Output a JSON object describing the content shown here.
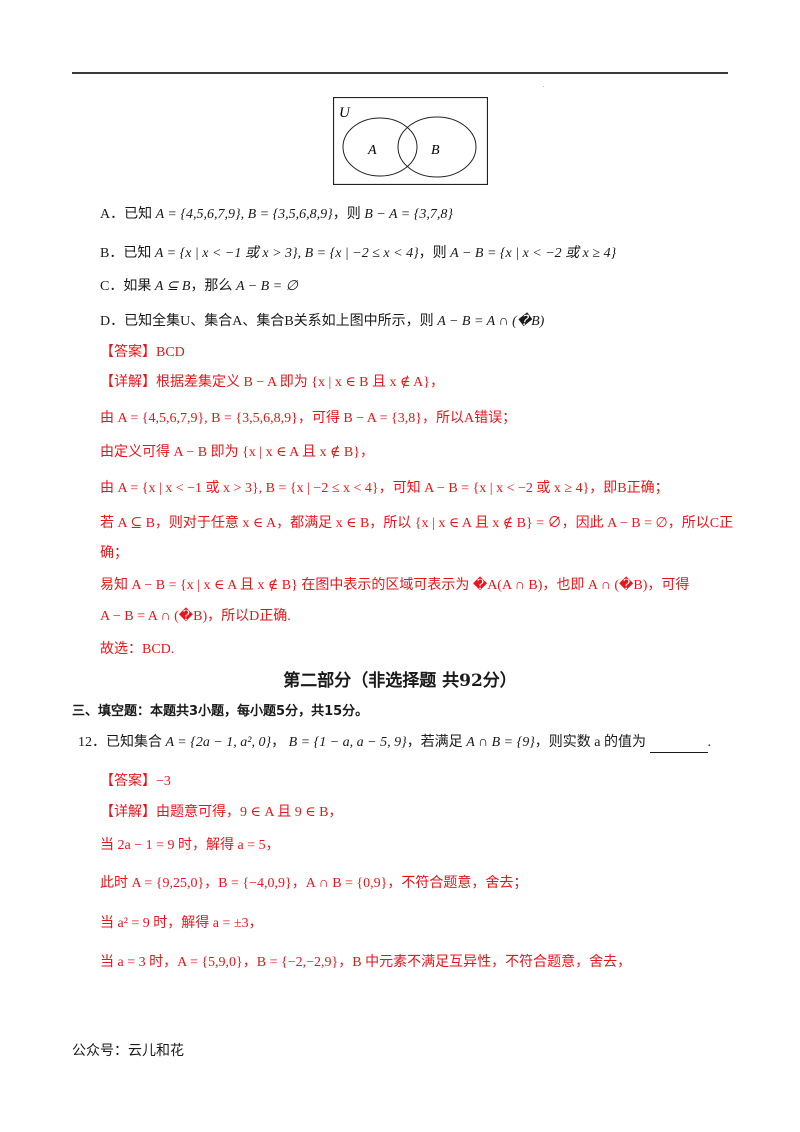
{
  "venn": {
    "universe_label": "U",
    "set_a_label": "A",
    "set_b_label": "B"
  },
  "options": [
    {
      "key": "A．",
      "text_prefix": "已知",
      "math": "A = {4,5,6,7,9}, B = {3,5,6,8,9}",
      "text_mid": "，则",
      "math2": "B − A = {3,7,8}"
    },
    {
      "key": "B．",
      "text_prefix": "已知",
      "math": "A = {x | x < −1 或 x > 3}, B = {x | −2 ≤ x < 4}",
      "text_mid": "，则",
      "math2": "A − B = {x | x < −2 或 x ≥ 4}"
    },
    {
      "key": "C．",
      "text_prefix": "如果",
      "math": "A ⊆ B",
      "text_mid": "，那么",
      "math2": "A − B = ∅"
    },
    {
      "key": "D．",
      "text_prefix": "已知全集U、集合A、集合B关系如上图中所示，则",
      "math": "A − B = A ∩ (�B)",
      "text_mid": "",
      "math2": ""
    }
  ],
  "answer1": {
    "label": "【答案】",
    "value": "BCD"
  },
  "explain1": {
    "label": "【详解】",
    "lines": [
      "根据差集定义 B − A 即为 {x | x ∈ B 且 x ∉ A}，",
      "由 A = {4,5,6,7,9}, B = {3,5,6,8,9}，可得 B − A = {3,8}，所以A错误；",
      "由定义可得 A − B 即为 {x | x ∈ A 且 x ∉ B}，",
      "由 A = {x | x < −1 或 x > 3}, B = {x | −2 ≤ x < 4}，可知 A − B = {x | x < −2 或 x ≥ 4}，即B正确；",
      "若 A ⊆ B，则对于任意 x ∈ A，都满足 x ∈ B，所以 {x | x ∈ A 且 x ∉ B} = ∅，因此 A − B = ∅，所以C正",
      "确；",
      "易知 A − B = {x | x ∈ A 且 x ∉ B} 在图中表示的区域可表示为 �A(A ∩ B)，也即 A ∩ (�B)，可得",
      "A − B = A ∩ (�B)，所以D正确.",
      "故选：BCD."
    ]
  },
  "part2_heading": "第二部分（非选择题 共92分）",
  "section3": "三、填空题：本题共3小题，每小题5分，共15分。",
  "q12": {
    "number": "12．",
    "prefix": "已知集合",
    "setA": "A = {2a − 1, a², 0}",
    "setB": "B = {1 − a, a − 5, 9}",
    "cond_prefix": "，若满足",
    "cond": "A ∩ B = {9}",
    "suffix": "，则实数 a 的值为",
    "end": "."
  },
  "answer2": {
    "label": "【答案】",
    "value": "−3"
  },
  "explain2": {
    "label": "【详解】",
    "lines": [
      "由题意可得，9 ∈ A 且 9 ∈ B，",
      "当 2a − 1 = 9 时，解得 a = 5，",
      "此时 A = {9,25,0}，B = {−4,0,9}，A ∩ B = {0,9}，不符合题意，舍去；",
      "当 a² = 9 时，解得 a = ±3，",
      "当 a = 3 时，A = {5,9,0}，B = {−2,−2,9}，B 中元素不满足互异性，不符合题意，舍去，"
    ]
  },
  "footer": "公众号：云儿和花",
  "colors": {
    "accent_red": "#e8161b",
    "text": "#1a1a1a",
    "rule": "#3a3a3a"
  }
}
